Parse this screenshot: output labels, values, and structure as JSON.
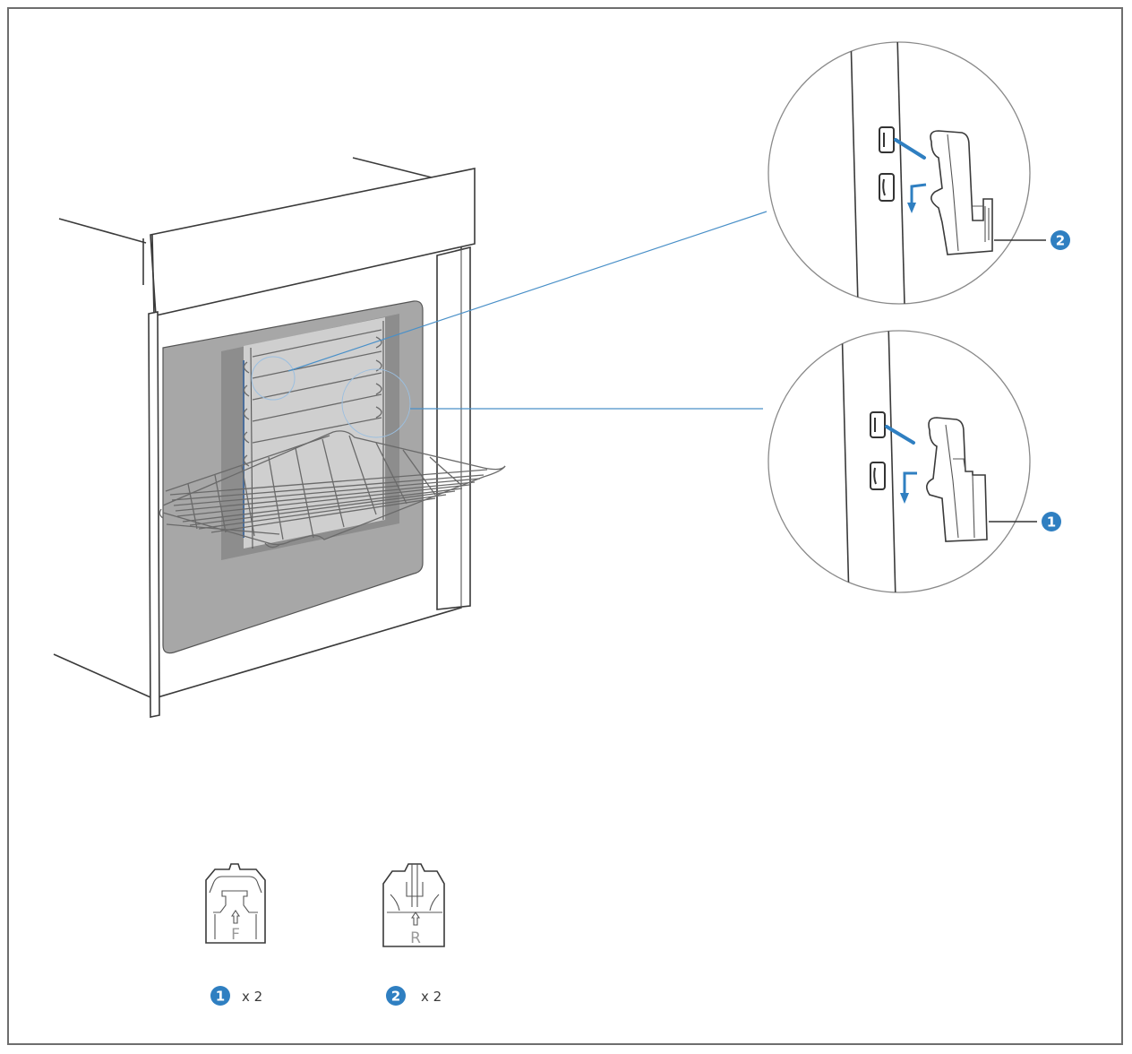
{
  "colors": {
    "accent_blue": "#2f7fc1",
    "leader_blue": "#4a90c8",
    "line": "#3a3a3a",
    "cavity_gray": "#a7a7a7",
    "inner_gray": "#cfcfcf"
  },
  "callouts": [
    {
      "id": "top",
      "badge": "2"
    },
    {
      "id": "bottom",
      "badge": "1"
    }
  ],
  "parts": [
    {
      "badge": "1",
      "quantity": "x 2",
      "letter": "F"
    },
    {
      "badge": "2",
      "quantity": "x 2",
      "letter": "R"
    }
  ]
}
